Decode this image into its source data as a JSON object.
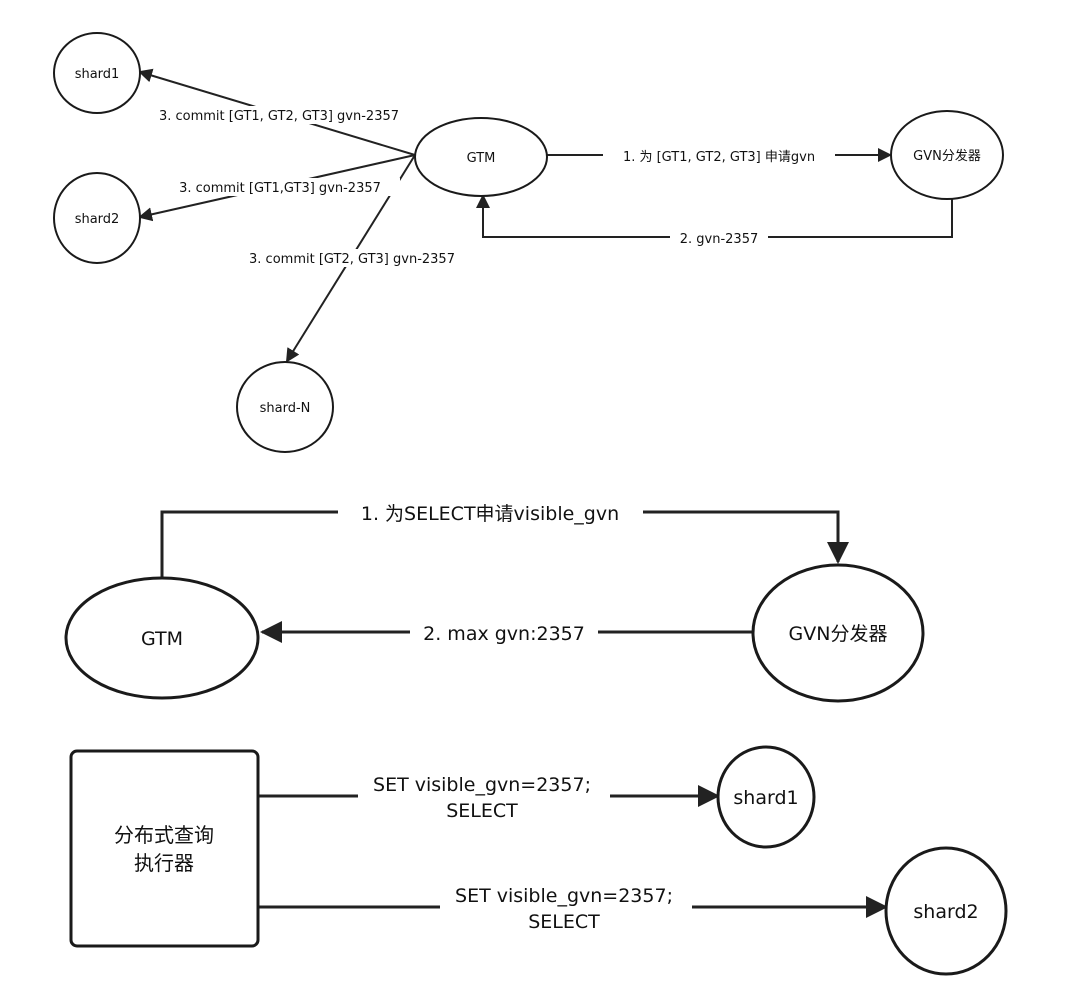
{
  "diagram1": {
    "nodes": {
      "shard1": "shard1",
      "shard2": "shard2",
      "shardN": "shard-N",
      "gtm": "GTM",
      "gvn": "GVN分发器"
    },
    "edges": {
      "request": "1. 为 [GT1, GT2, GT3] 申请gvn",
      "reply": "2. gvn-2357",
      "commit_shard1": "3. commit [GT1, GT2, GT3] gvn-2357",
      "commit_shard2": "3. commit [GT1,GT3] gvn-2357",
      "commit_shardN": "3. commit [GT2, GT3] gvn-2357"
    }
  },
  "diagram2": {
    "nodes": {
      "gtm": "GTM",
      "gvn": "GVN分发器"
    },
    "edges": {
      "request": "1. 为SELECT申请visible_gvn",
      "reply": "2. max gvn:2357"
    }
  },
  "diagram3": {
    "executor": {
      "line1": "分布式查询",
      "line2": "执行器"
    },
    "nodes": {
      "shard1": "shard1",
      "shard2": "shard2"
    },
    "edges": {
      "to_shard1_line1": "SET visible_gvn=2357;",
      "to_shard1_line2": "SELECT",
      "to_shard2_line1": "SET visible_gvn=2357;",
      "to_shard2_line2": "SELECT"
    }
  }
}
